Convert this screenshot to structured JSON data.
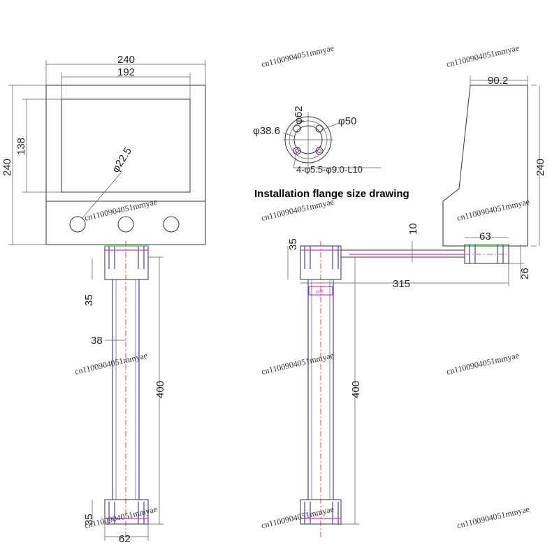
{
  "caption": "Installation flange size drawing",
  "watermark": "cn1100904051mmyae",
  "front_view": {
    "width_outer": "240",
    "width_screen": "192",
    "height_outer": "240",
    "height_screen": "138",
    "button_dia": "φ22.5",
    "flange_height_top": "35",
    "pole_dia": "38",
    "pole_length": "400",
    "flange_height_bottom": "35",
    "base_width": "62"
  },
  "flange_view": {
    "dia_62": "φ62",
    "dia_38_6": "φ38.6",
    "dia_50": "φ50",
    "holes": "4-φ5.5-φ9.0-L10"
  },
  "side_view": {
    "top_width": "90.2",
    "height": "240",
    "arm_thickness": "10",
    "flange_height_top": "35",
    "bracket_width": "63",
    "arm_length": "315",
    "bracket_height": "26",
    "pole_length": "400",
    "small_label": "φ38"
  }
}
